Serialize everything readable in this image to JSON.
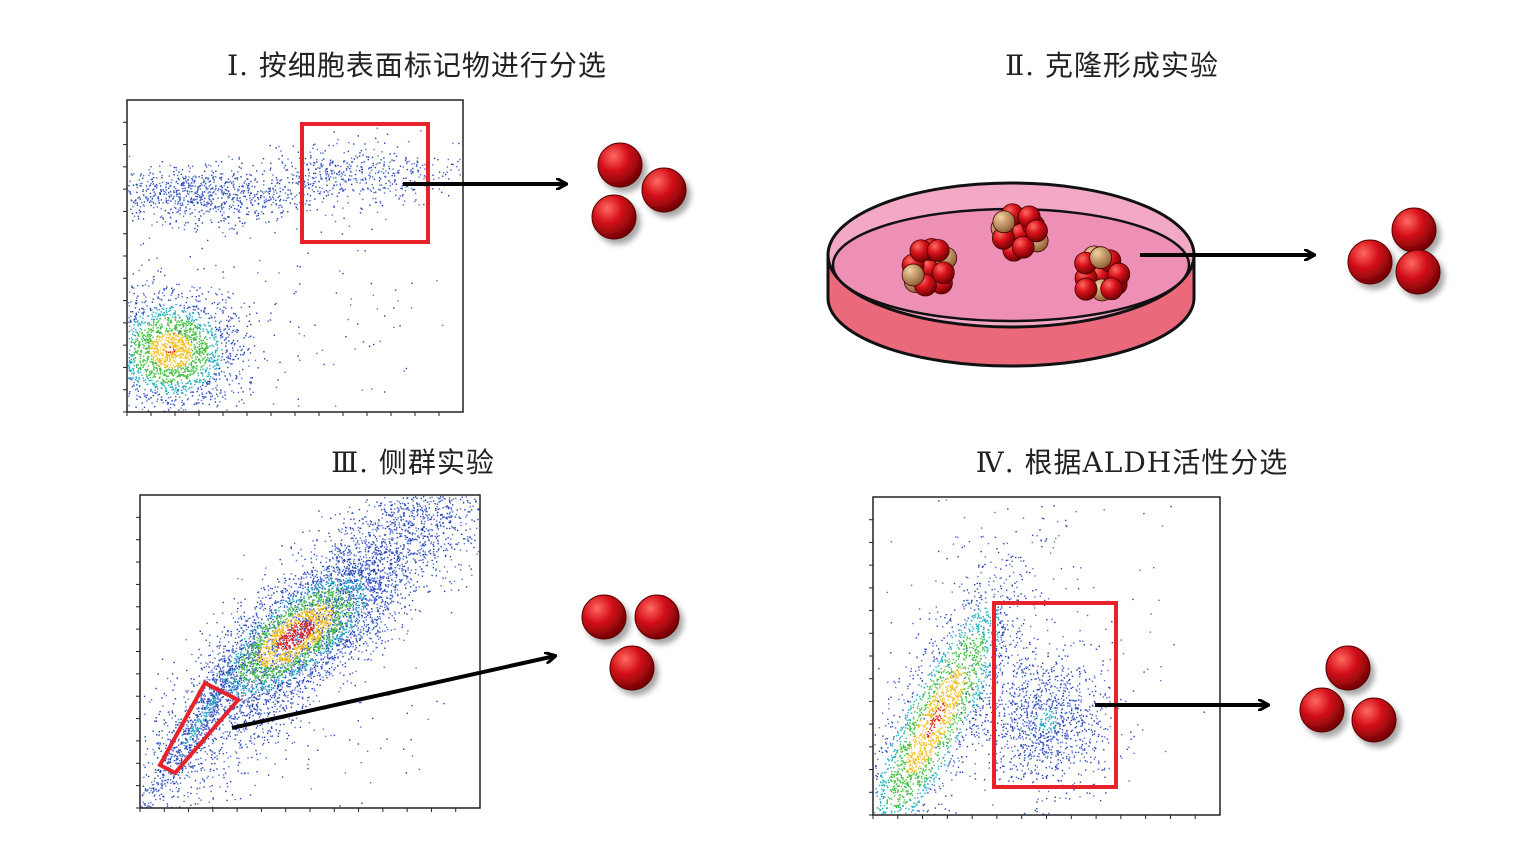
{
  "panels": [
    {
      "title": "Ⅰ. 按细胞表面标记物进行分选"
    },
    {
      "title": "Ⅱ. 克隆形成实验"
    },
    {
      "title": "Ⅲ. 侧群实验"
    },
    {
      "title": "Ⅳ. 根据ALDH活性分选"
    }
  ],
  "colors": {
    "gate": "#e8222a",
    "cell": "#d0101a",
    "dish": "#ee8fb5",
    "medium": "#ea6a7c"
  }
}
